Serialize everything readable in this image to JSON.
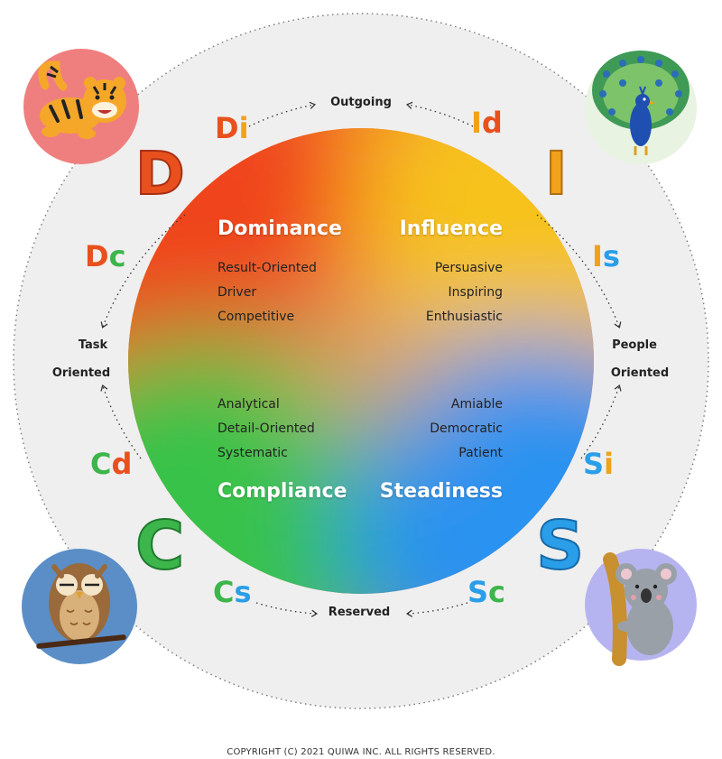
{
  "axes": {
    "top": "Outgoing",
    "bottom": "Reserved",
    "left_line1": "Task",
    "left_line2": "Oriented",
    "right_line1": "People",
    "right_line2": "Oriented"
  },
  "types": {
    "D": {
      "letter": "D",
      "color": "#e8501e",
      "title": "Dominance",
      "traits": [
        "Result-Oriented",
        "Driver",
        "Competitive"
      ]
    },
    "I": {
      "letter": "I",
      "color": "#f0a21a",
      "title": "Influence",
      "traits": [
        "Persuasive",
        "Inspiring",
        "Enthusiastic"
      ]
    },
    "S": {
      "letter": "S",
      "color": "#2a9ee8",
      "title": "Steadiness",
      "traits": [
        "Amiable",
        "Democratic",
        "Patient"
      ]
    },
    "C": {
      "letter": "C",
      "color": "#3cb54a",
      "title": "Compliance",
      "traits": [
        "Analytical",
        "Detail-Oriented",
        "Systematic"
      ]
    }
  },
  "subtypes": {
    "Di": {
      "first": "D",
      "second": "i"
    },
    "Id": {
      "first": "I",
      "second": "d"
    },
    "Dc": {
      "first": "D",
      "second": "c"
    },
    "Is": {
      "first": "I",
      "second": "s"
    },
    "Cd": {
      "first": "C",
      "second": "d"
    },
    "Si": {
      "first": "S",
      "second": "i"
    },
    "Cs": {
      "first": "C",
      "second": "s"
    },
    "Sc": {
      "first": "S",
      "second": "c"
    }
  },
  "animals": {
    "D": "tiger-icon",
    "I": "peacock-icon",
    "C": "owl-icon",
    "S": "koala-icon"
  },
  "colors": {
    "outer_ring": "#efefef",
    "red": "#e8501e",
    "orange": "#f0a21a",
    "green": "#3cb54a",
    "blue": "#2a9ee8"
  },
  "copyright": "COPYRIGHT (C) 2021 QUIWA INC. ALL RIGHTS RESERVED."
}
